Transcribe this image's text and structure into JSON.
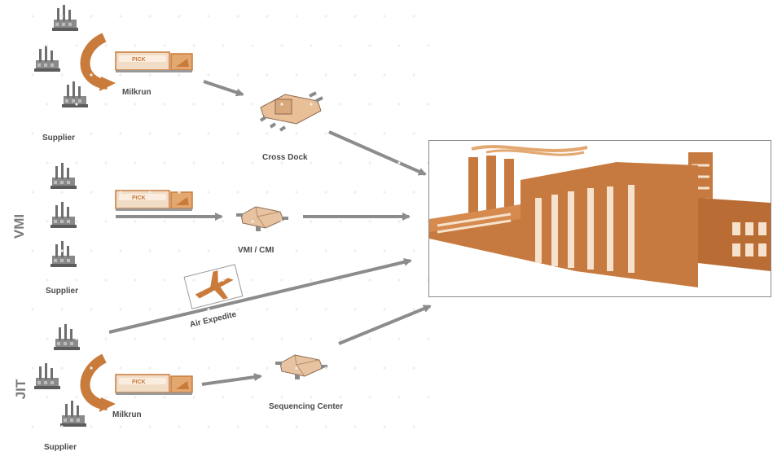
{
  "side_labels": {
    "vmi": "VMI",
    "jit": "JIT"
  },
  "labels": {
    "milkrun_top": "Milkrun",
    "supplier_top": "Supplier",
    "cross_dock": "Cross Dock",
    "supplier_mid": "Supplier",
    "vmi_cmi": "VMI / CMI",
    "air_expedite": "Air Expedite",
    "milkrun_bottom": "Milkrun",
    "sequencing_center": "Sequencing Center",
    "supplier_bottom": "Supplier"
  },
  "colors": {
    "accent": "#c97b3c",
    "accent_light": "#e3a870",
    "accent_pale": "#f2d2b0",
    "arrow": "#8c8c8c",
    "factory": "#c77a3f",
    "supplier_icon": "#6f6f6f"
  },
  "icons": {
    "supplier": "supplier-plant-icon",
    "truck": "truck-icon",
    "cross_dock": "cross-dock-icon",
    "warehouse": "warehouse-icon",
    "airplane": "airplane-icon",
    "factory": "factory-icon",
    "curved_arrow": "curved-arrow-icon"
  }
}
